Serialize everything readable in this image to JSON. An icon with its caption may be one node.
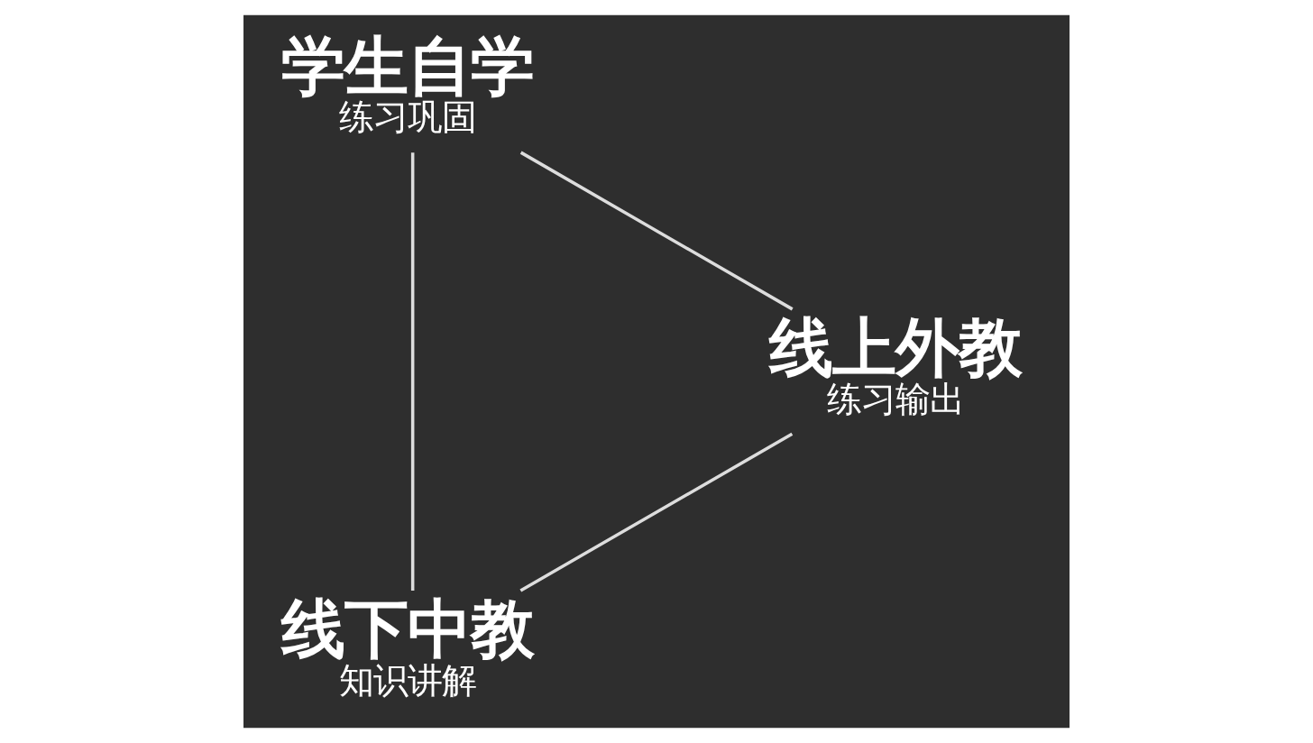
{
  "diagram": {
    "nodes": [
      {
        "text": [
          "线下中教",
          "知识讲解"
        ]
      },
      {
        "text": [
          "线上外教",
          "练习输出"
        ]
      },
      {
        "text": [
          "学生自学",
          "练习巩固"
        ]
      }
    ],
    "edges": [
      {
        "from": 0,
        "to": 2,
        "arrow": "none"
      },
      {
        "from": 2,
        "to": 1,
        "arrow": "none"
      },
      {
        "from": 1,
        "to": 0,
        "arrow": "none"
      }
    ]
  }
}
